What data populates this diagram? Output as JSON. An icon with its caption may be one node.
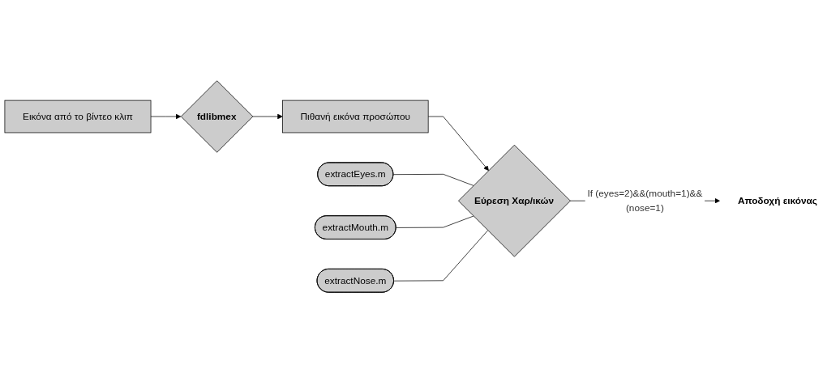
{
  "diagram": {
    "nodes": [
      {
        "text": [
          "Εικόνα από το βίντεο κλιπ"
        ]
      },
      {
        "text": [
          "fdlibmex"
        ]
      },
      {
        "text": [
          "extractEyes.m"
        ]
      },
      {
        "text": [
          "extractMouth.m"
        ]
      },
      {
        "text": [
          "extractNose.m"
        ]
      },
      {
        "text": [
          "Πιθανή εικόνα προσώπου"
        ]
      },
      {
        "text": [
          "Εύρεση Χαρ/ικών"
        ]
      },
      {
        "text": [
          "Αποδοχή εικόνας"
        ]
      }
    ],
    "edges": [
      {
        "from": 0,
        "to": 1,
        "arrow": "to"
      },
      {
        "from": 1,
        "to": 5,
        "arrow": "to"
      },
      {
        "from": 5,
        "to": 6,
        "arrow": "to"
      },
      {
        "from": 2,
        "to": 6,
        "arrow": "none"
      },
      {
        "from": 3,
        "to": 6,
        "arrow": "none"
      },
      {
        "from": 4,
        "to": 6,
        "arrow": "none"
      },
      {
        "from": 6,
        "to": 7,
        "label": "If (eyes=2)&&(mouth=1)&&(nose=1)",
        "arrow": "to"
      }
    ]
  }
}
